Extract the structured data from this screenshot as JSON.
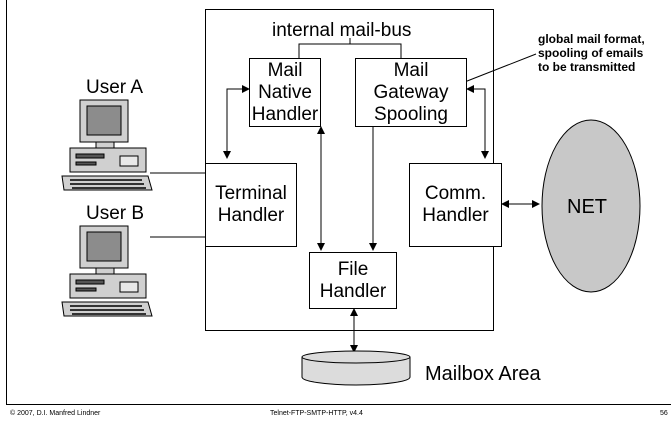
{
  "diagram": {
    "bus_label": "internal mail-bus",
    "boxes": {
      "mail_native": [
        "Mail",
        "Native",
        "Handler"
      ],
      "mail_gateway": [
        "Mail",
        "Gateway",
        "Spooling"
      ],
      "terminal": [
        "Terminal",
        "Handler"
      ],
      "comm": [
        "Comm.",
        "Handler"
      ],
      "file": [
        "File",
        "Handler"
      ]
    },
    "users": {
      "a": "User A",
      "b": "User B"
    },
    "net_label": "NET",
    "mailbox_label": "Mailbox Area",
    "annotation": [
      "global mail format,",
      "spooling of emails",
      "to be transmitted"
    ]
  },
  "footer": {
    "copyright": "© 2007, D.I. Manfred Lindner",
    "title": "Telnet-FTP-SMTP-HTTP, v4.4",
    "page": "56"
  },
  "colors": {
    "frame_border": "#000000",
    "net_fill": "#c8c8c8",
    "mailbox_fill": "#dcdcdc",
    "monitor_screen": "#8c8c8c",
    "computer_body": "#d0d0d0"
  }
}
